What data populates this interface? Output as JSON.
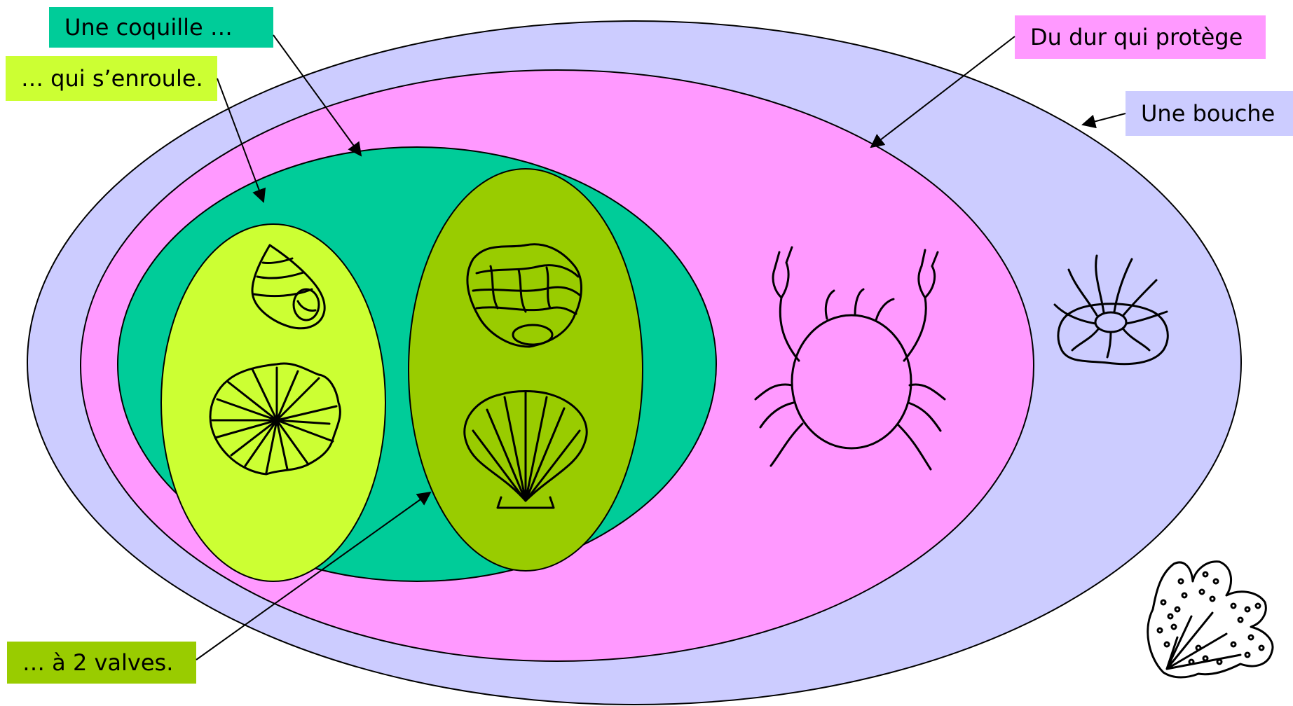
{
  "labels": {
    "coquille": "Une coquille …",
    "enroule": "… qui s’enroule.",
    "dur": "Du dur qui protège",
    "bouche": "Une bouche",
    "valves": "… à 2 valves."
  },
  "colors": {
    "bouche_set": "#ccccff",
    "dur_set": "#ff99ff",
    "coquille_set": "#00cc99",
    "enroule_set": "#ccff33",
    "valves_set": "#99cc00"
  },
  "organisms": [
    "sea-snail-icon",
    "limpet-icon",
    "oyster-icon",
    "scallop-icon",
    "crab-icon",
    "sea-anemone-icon",
    "bryozoan-icon"
  ]
}
